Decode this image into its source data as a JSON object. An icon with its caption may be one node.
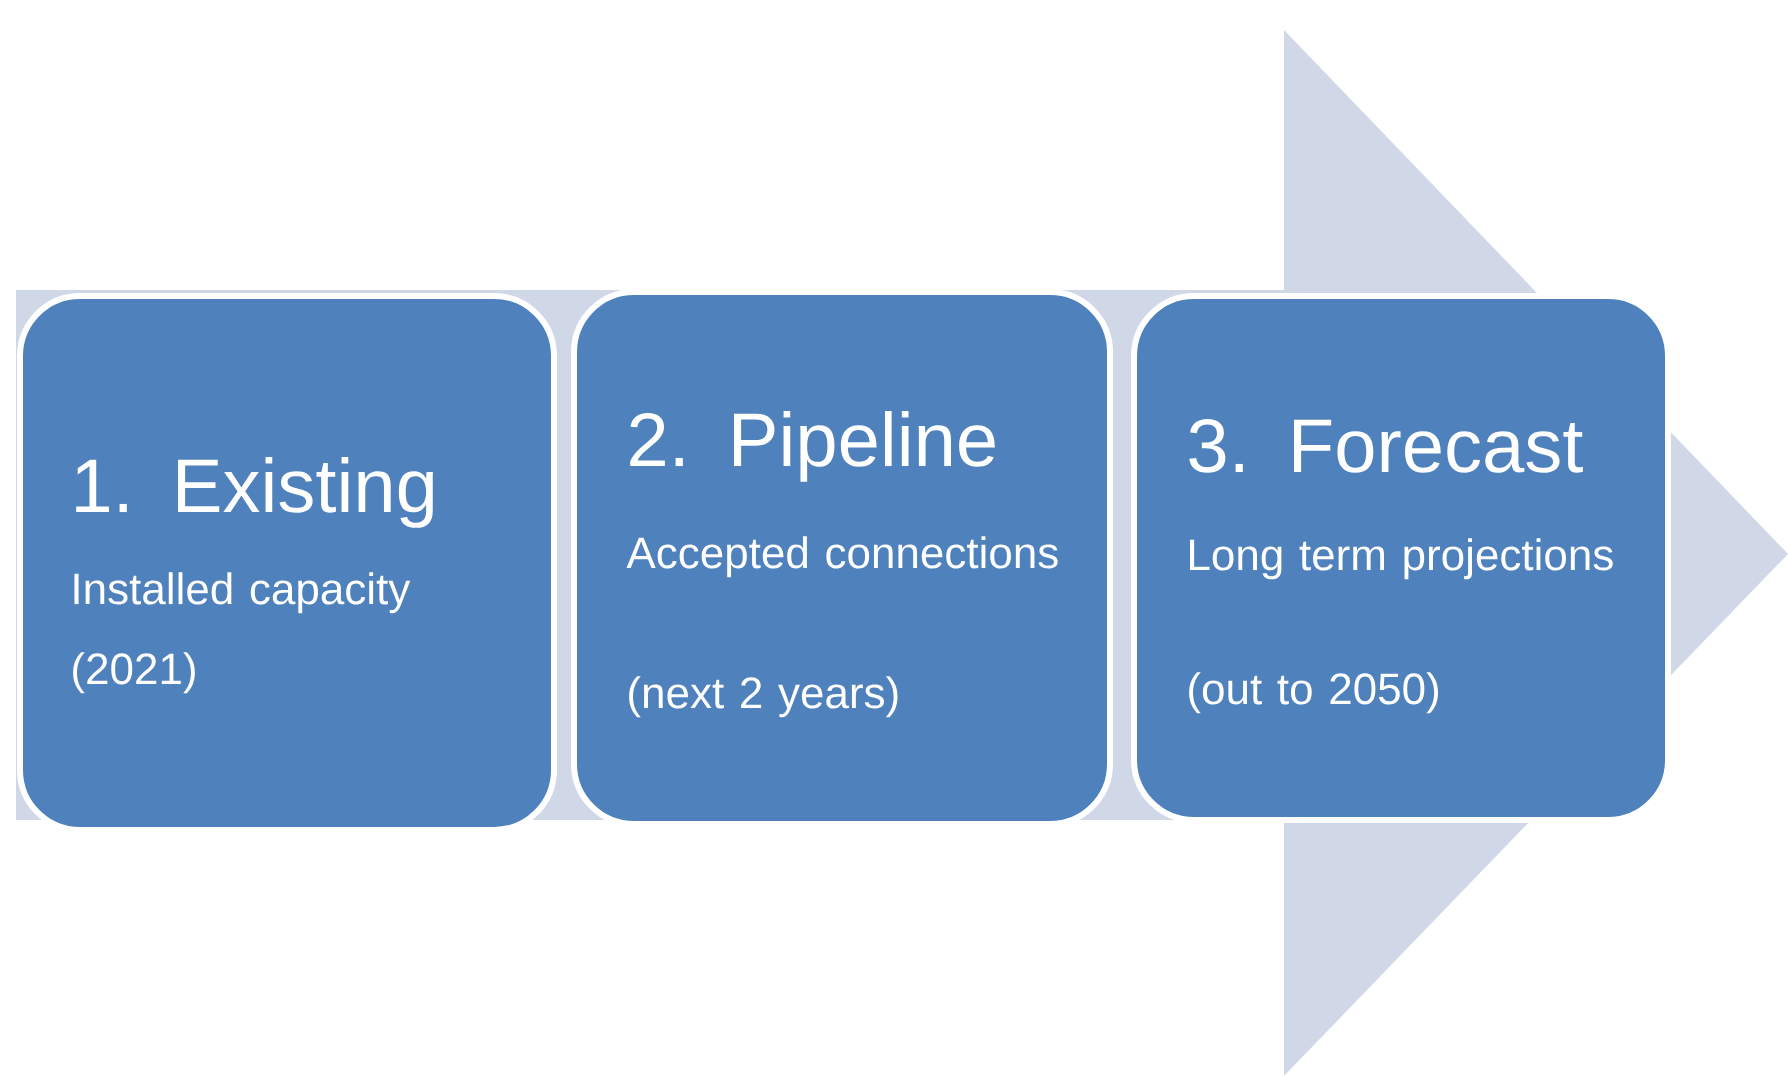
{
  "diagram": {
    "nodes": [
      {
        "text": [
          "1. Existing",
          "Installed capacity",
          "(2021)"
        ]
      },
      {
        "text": [
          "2. Pipeline",
          "Accepted connections",
          "(next 2 years)"
        ]
      },
      {
        "text": [
          "3. Forecast",
          "Long term projections",
          "(out to 2050)"
        ]
      }
    ],
    "edges": []
  }
}
